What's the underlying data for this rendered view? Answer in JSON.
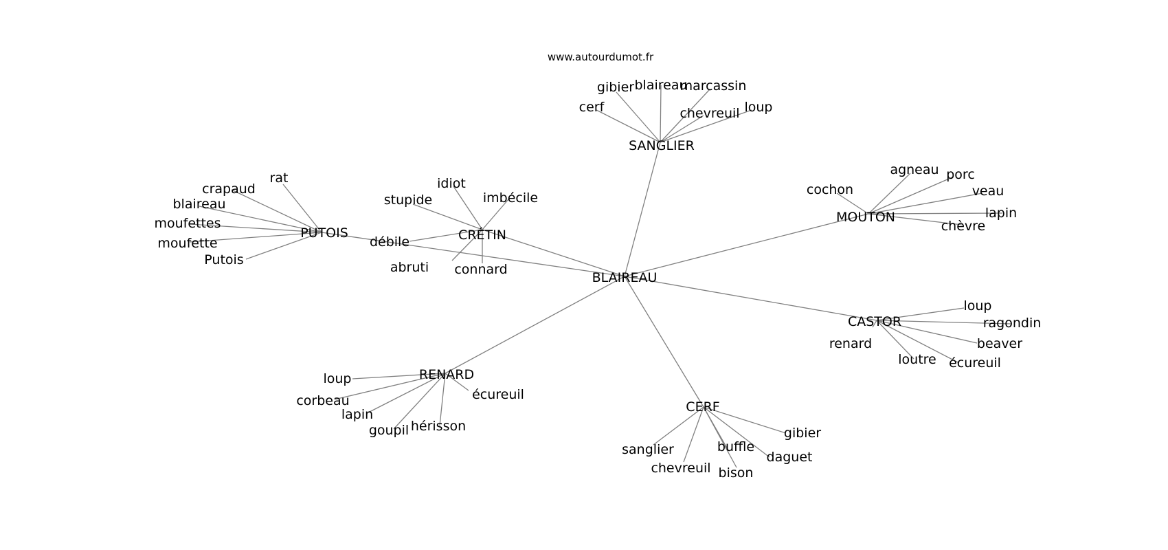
{
  "watermark": "www.autourdumot.fr",
  "colors": {
    "edge": "#808080",
    "text": "#000000",
    "background": "#ffffff"
  },
  "graph": {
    "center": "BLAIREAU",
    "hubs": [
      {
        "label": "SANGLIER",
        "leaves": [
          "gibier",
          "blaireau",
          "marcassin",
          "cerf",
          "chevreuil",
          "loup"
        ]
      },
      {
        "label": "MOUTON",
        "leaves": [
          "cochon",
          "agneau",
          "porc",
          "veau",
          "lapin",
          "chèvre"
        ]
      },
      {
        "label": "CRÉTIN",
        "leaves": [
          "idiot",
          "stupide",
          "imbécile",
          "débile",
          "abruti",
          "connard"
        ]
      },
      {
        "label": "PUTOIS",
        "leaves": [
          "rat",
          "crapaud",
          "blaireau",
          "moufettes",
          "moufette",
          "Putois"
        ]
      },
      {
        "label": "CASTOR",
        "leaves": [
          "loup",
          "ragondin",
          "renard",
          "beaver",
          "loutre",
          "écureuil"
        ]
      },
      {
        "label": "RENARD",
        "leaves": [
          "loup",
          "corbeau",
          "écureuil",
          "lapin",
          "hérisson",
          "goupil"
        ]
      },
      {
        "label": "CERF",
        "leaves": [
          "gibier",
          "sanglier",
          "buffle",
          "daguet",
          "chevreuil",
          "bison"
        ]
      }
    ]
  }
}
